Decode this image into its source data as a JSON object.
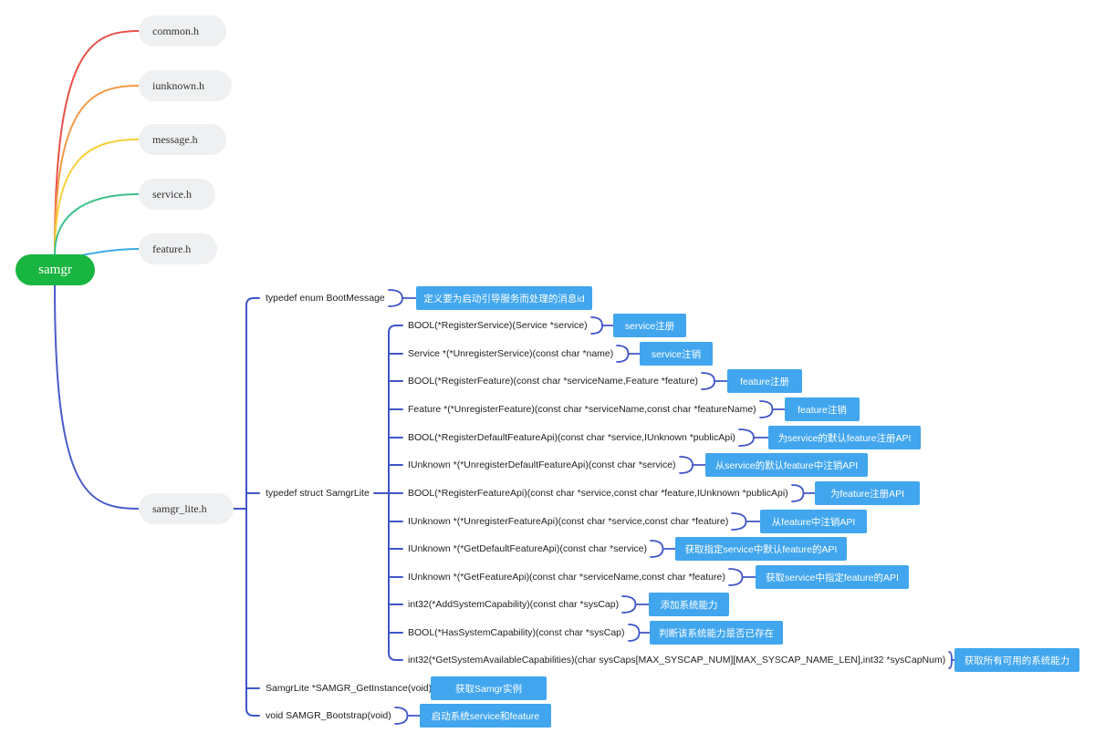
{
  "root": {
    "label": "samgr"
  },
  "headers": [
    {
      "label": "common.h"
    },
    {
      "label": "iunknown.h"
    },
    {
      "label": "message.h"
    },
    {
      "label": "service.h"
    },
    {
      "label": "feature.h"
    },
    {
      "label": "samgr_lite.h"
    }
  ],
  "lite": {
    "items": [
      {
        "label": "typedef enum BootMessage",
        "note": "定义要为启动引导服务而处理的消息id"
      },
      {
        "label": "typedef struct SamgrLite",
        "note": ""
      },
      {
        "label": "SamgrLite *SAMGR_GetInstance(void)",
        "note": "获取Samgr实例"
      },
      {
        "label": "void SAMGR_Bootstrap(void)",
        "note": "启动系统service和feature"
      }
    ],
    "members": [
      {
        "label": "BOOL(*RegisterService)(Service *service)",
        "note": "service注册"
      },
      {
        "label": "Service *(*UnregisterService)(const char *name)",
        "note": "service注销"
      },
      {
        "label": "BOOL(*RegisterFeature)(const char *serviceName,Feature *feature)",
        "note": "feature注册"
      },
      {
        "label": "Feature *(*UnregisterFeature)(const char *serviceName,const char *featureName)",
        "note": "feature注销"
      },
      {
        "label": "BOOL(*RegisterDefaultFeatureApi)(const char *service,IUnknown *publicApi)",
        "note": "为service的默认feature注册API"
      },
      {
        "label": "IUnknown *(*UnregisterDefaultFeatureApi)(const char *service)",
        "note": "从service的默认feature中注销API"
      },
      {
        "label": "BOOL(*RegisterFeatureApi)(const char *service,const char *feature,IUnknown *publicApi)",
        "note": "为feature注册API"
      },
      {
        "label": "IUnknown *(*UnregisterFeatureApi)(const char *service,const char *feature)",
        "note": "从feature中注销API"
      },
      {
        "label": "IUnknown *(*GetDefaultFeatureApi)(const char *service)",
        "note": "获取指定service中默认feature的API"
      },
      {
        "label": "IUnknown *(*GetFeatureApi)(const char *serviceName,const char *feature)",
        "note": "获取service中指定feature的API"
      },
      {
        "label": "int32(*AddSystemCapability)(const char *sysCap)",
        "note": "添加系统能力"
      },
      {
        "label": "BOOL(*HasSystemCapability)(const char *sysCap)",
        "note": "判断该系统能力是否已存在"
      },
      {
        "label": "int32(*GetSystemAvailableCapabilities)(char sysCaps[MAX_SYSCAP_NUM][MAX_SYSCAP_NAME_LEN],int32 *sysCapNum)",
        "note": "获取所有可用的系统能力"
      }
    ]
  },
  "colors": {
    "root_fill": "#19b541",
    "header_fill": "#eef0f2",
    "note_fill": "#41a6ee",
    "connector": "#3f55c8",
    "branch_colors": [
      "#e8514a",
      "#f29a48",
      "#f7d038",
      "#3ec08a",
      "#3aace2",
      "#4a5cc9"
    ]
  }
}
